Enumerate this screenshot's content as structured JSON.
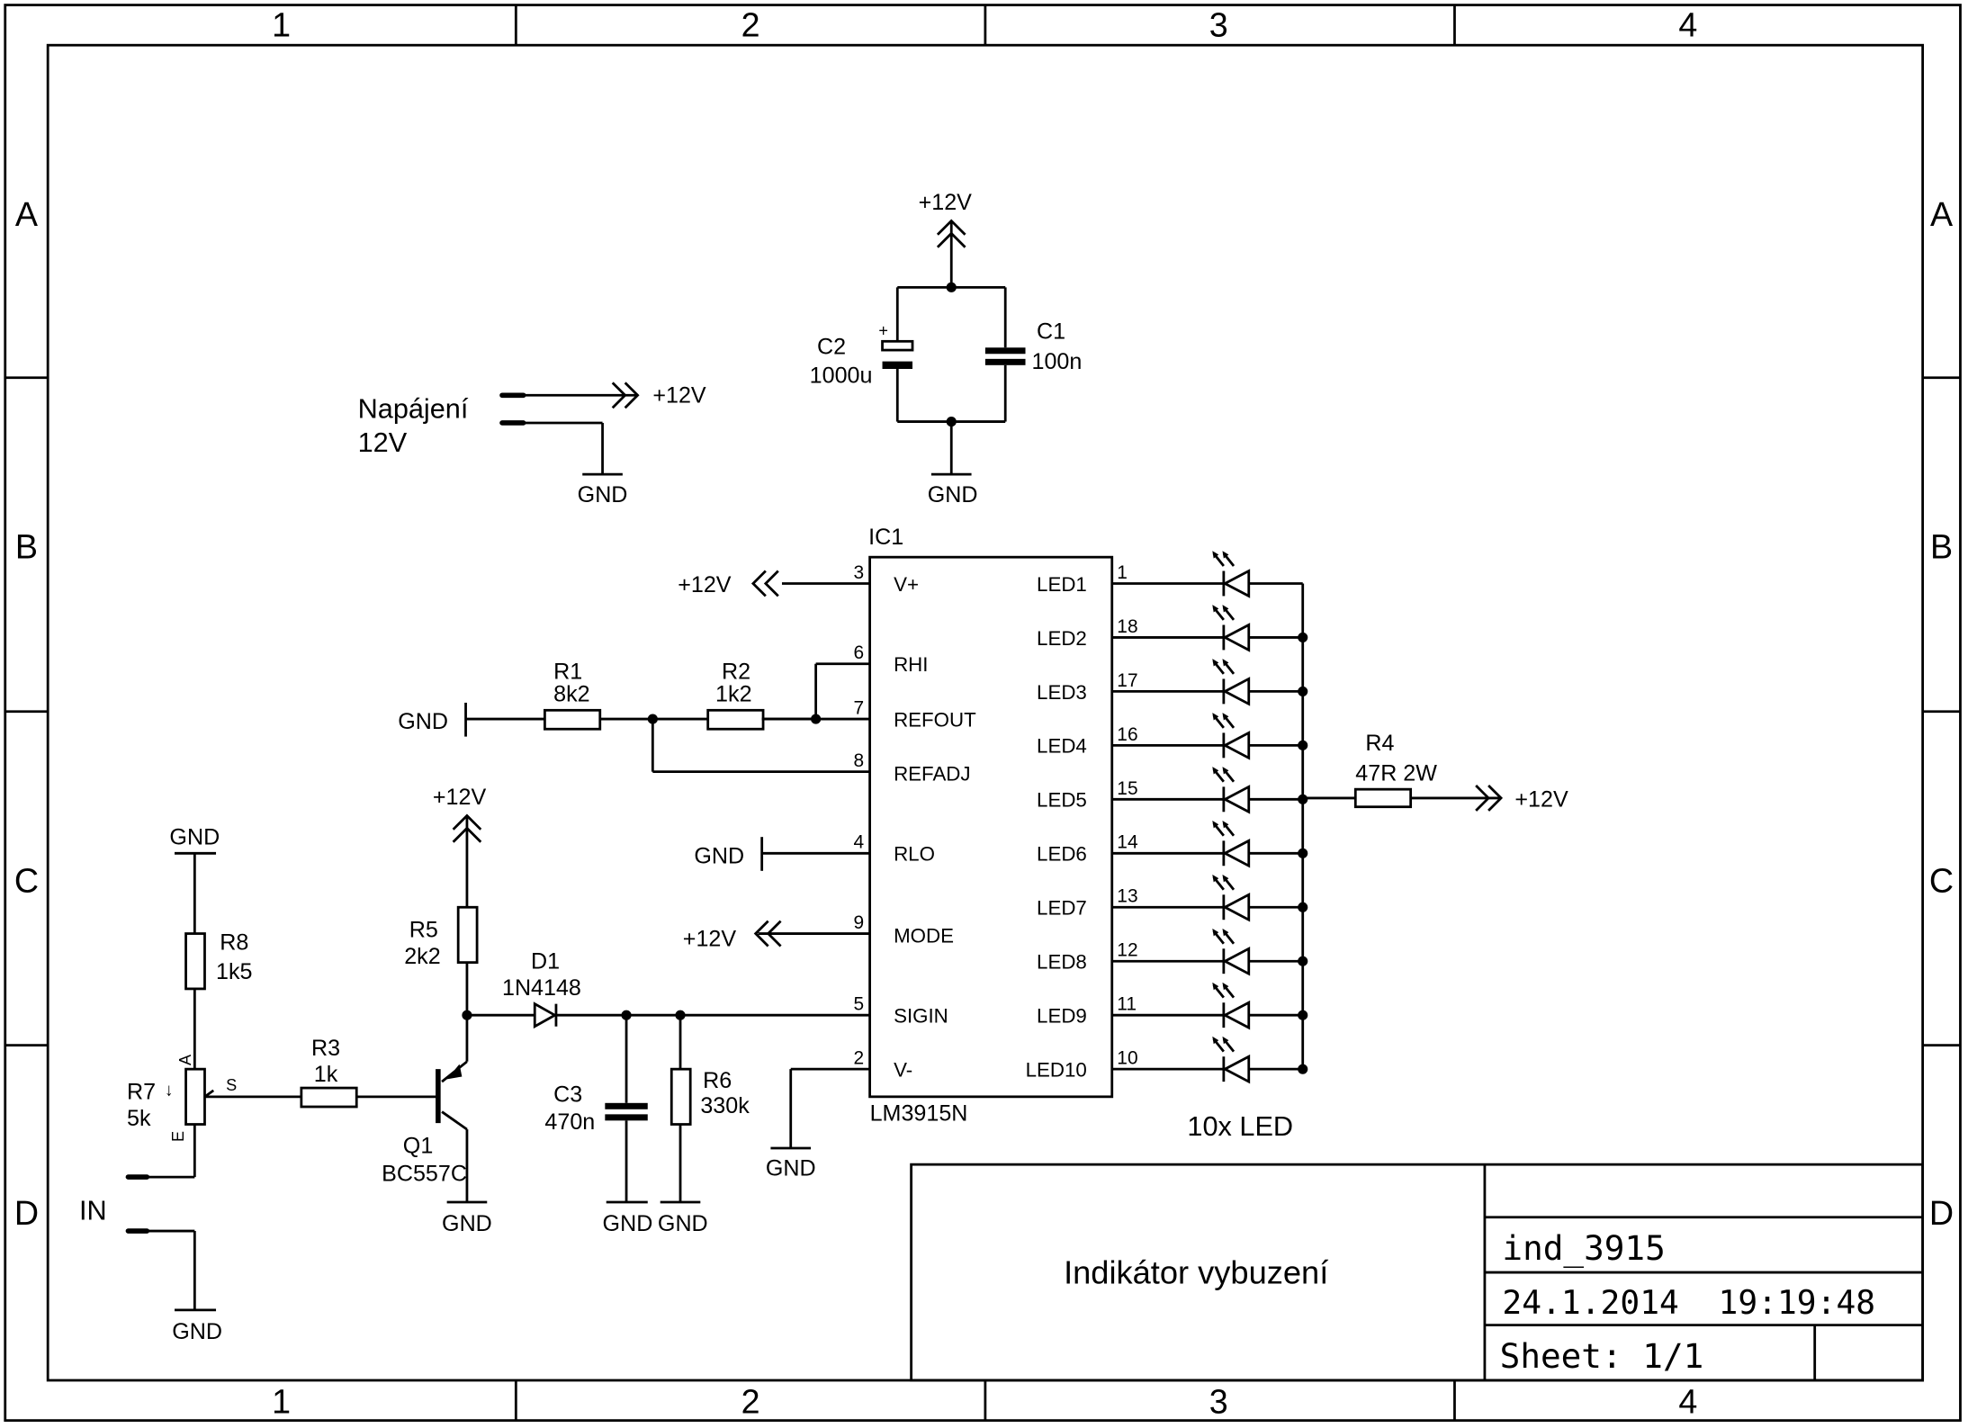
{
  "frame": {
    "columns": [
      "1",
      "2",
      "3",
      "4"
    ],
    "rows": [
      "A",
      "B",
      "C",
      "D"
    ]
  },
  "power": {
    "label_line1": "Napájení",
    "label_line2": "12V",
    "vcc": "+12V",
    "gnd": "GND"
  },
  "caps": {
    "c2_ref": "C2",
    "c2_val": "1000u",
    "c2_plus": "+",
    "c1_ref": "C1",
    "c1_val": "100n",
    "c3_ref": "C3",
    "c3_val": "470n"
  },
  "ic": {
    "ref": "IC1",
    "part": "LM3915N",
    "left_pins": [
      {
        "num": "3",
        "name": "V+"
      },
      {
        "num": "6",
        "name": "RHI"
      },
      {
        "num": "7",
        "name": "REFOUT"
      },
      {
        "num": "8",
        "name": "REFADJ"
      },
      {
        "num": "4",
        "name": "RLO"
      },
      {
        "num": "9",
        "name": "MODE"
      },
      {
        "num": "5",
        "name": "SIGIN"
      },
      {
        "num": "2",
        "name": "V-"
      }
    ],
    "right_pins": [
      {
        "num": "1",
        "name": "LED1"
      },
      {
        "num": "18",
        "name": "LED2"
      },
      {
        "num": "17",
        "name": "LED3"
      },
      {
        "num": "16",
        "name": "LED4"
      },
      {
        "num": "15",
        "name": "LED5"
      },
      {
        "num": "14",
        "name": "LED6"
      },
      {
        "num": "13",
        "name": "LED7"
      },
      {
        "num": "12",
        "name": "LED8"
      },
      {
        "num": "11",
        "name": "LED9"
      },
      {
        "num": "10",
        "name": "LED10"
      }
    ]
  },
  "resistors": {
    "r1_ref": "R1",
    "r1_val": "8k2",
    "r2_ref": "R2",
    "r2_val": "1k2",
    "r3_ref": "R3",
    "r3_val": "1k",
    "r4_ref": "R4",
    "r4_val": "47R 2W",
    "r5_ref": "R5",
    "r5_val": "2k2",
    "r6_ref": "R6",
    "r6_val": "330k",
    "r7_ref": "R7",
    "r7_val": "5k",
    "r7_pin_a": "A",
    "r7_pin_s": "S",
    "r7_pin_e": "E",
    "r8_ref": "R8",
    "r8_val": "1k5"
  },
  "semis": {
    "d1_ref": "D1",
    "d1_val": "1N4148",
    "q1_ref": "Q1",
    "q1_val": "BC557C",
    "leds_label": "10x LED"
  },
  "input": {
    "label": "IN"
  },
  "title_block": {
    "title": "Indikátor vybuzení",
    "filename": "ind_3915",
    "datetime": "24.1.2014  19:19:48",
    "sheet": "Sheet: 1/1"
  }
}
